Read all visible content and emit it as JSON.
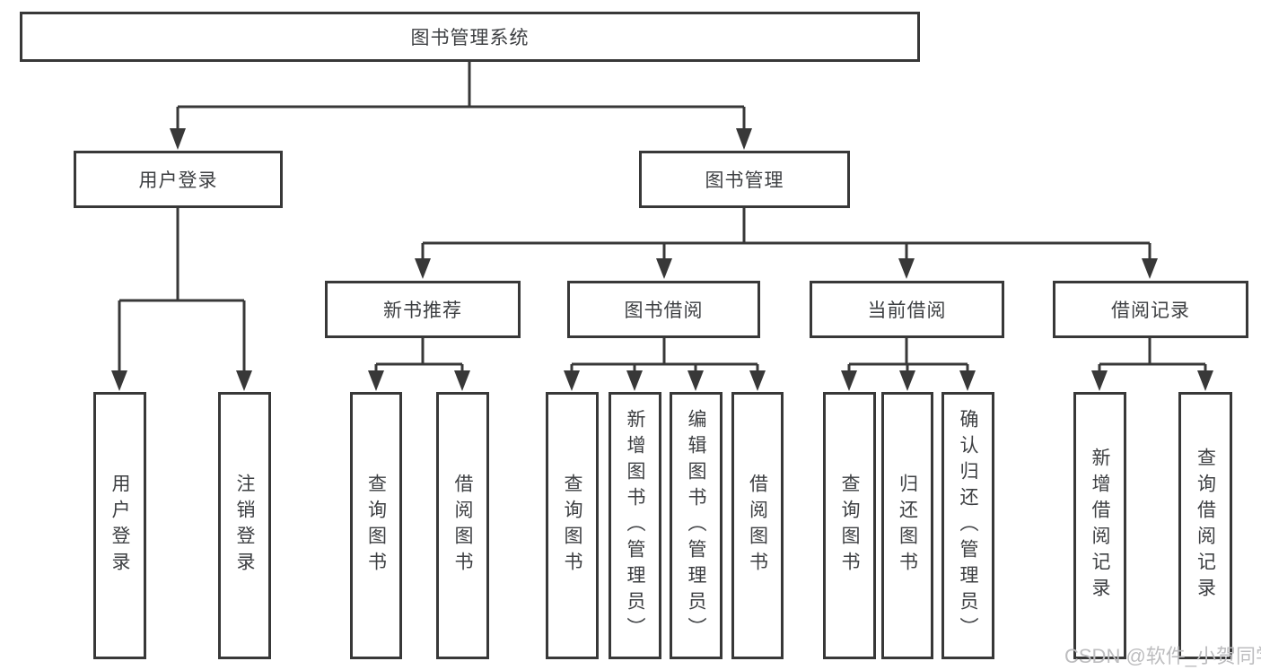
{
  "diagram": {
    "root": {
      "label": "图书管理系统"
    },
    "level2": [
      {
        "label": "用户登录"
      },
      {
        "label": "图书管理"
      }
    ],
    "level3": [
      {
        "label": "新书推荐"
      },
      {
        "label": "图书借阅"
      },
      {
        "label": "当前借阅"
      },
      {
        "label": "借阅记录"
      }
    ],
    "leaves": {
      "user_login": [
        "用户登录",
        "注销登录"
      ],
      "new_books": [
        "查询图书",
        "借阅图书"
      ],
      "book_borrow": [
        "查询图书",
        "新增图书（管理员）",
        "编辑图书（管理员）",
        "借阅图书"
      ],
      "current_borrow": [
        "查询图书",
        "归还图书",
        "确认归还（管理员）"
      ],
      "borrow_records": [
        "新增借阅记录",
        "查询借阅记录"
      ]
    }
  },
  "colors": {
    "border": "#383838",
    "text": "#3d3f42",
    "watermark": "#bdbdbf",
    "bg": "#ffffff"
  },
  "watermark": {
    "text": "CSDN @软件_小贺同学"
  }
}
